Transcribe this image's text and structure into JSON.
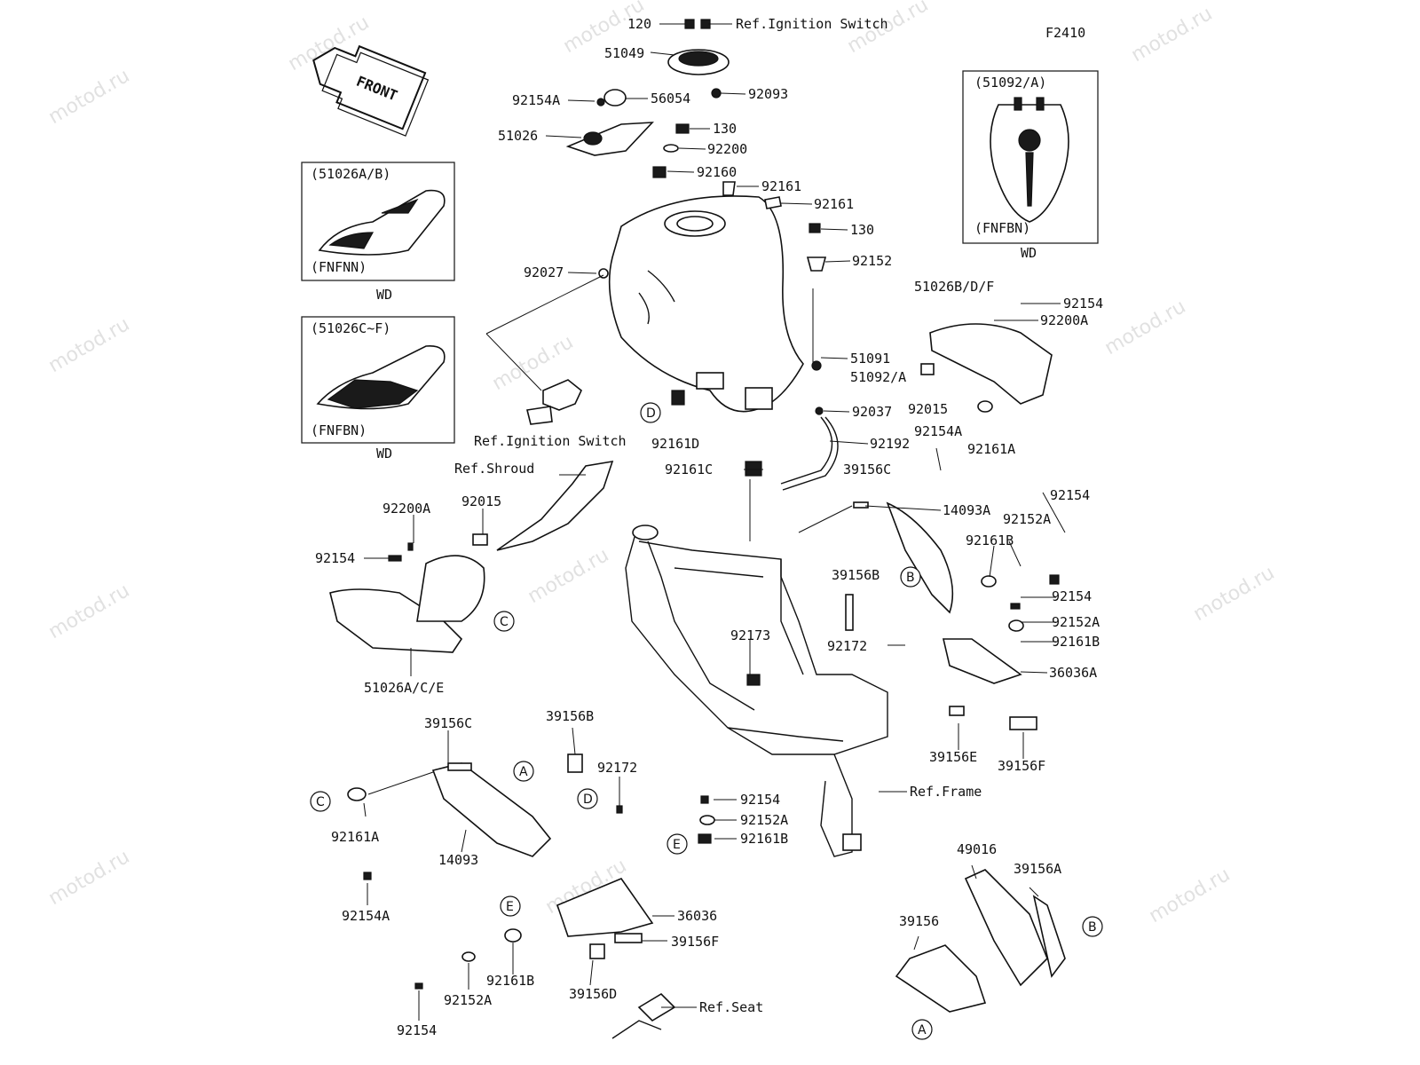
{
  "figure_code": "F2410",
  "front_arrow": "FRONT",
  "watermark": "motod.ru",
  "insets": [
    {
      "code": "(51092/A)",
      "variant": "(FNFBN)",
      "tag": "WD"
    },
    {
      "code": "(51026A/B)",
      "variant": "(FNFNN)",
      "tag": "WD"
    },
    {
      "code": "(51026C~F)",
      "variant": "(FNFBN)",
      "tag": "WD"
    }
  ],
  "labels": {
    "l120": "120",
    "l51049": "51049",
    "l92154A_top": "92154A",
    "l56054": "56054",
    "l92093": "92093",
    "l51026": "51026",
    "l130a": "130",
    "l92200": "92200",
    "l92160": "92160",
    "l92161a": "92161",
    "l92161b": "92161",
    "l130b": "130",
    "l92152": "92152",
    "l92027": "92027",
    "l51026BDF": "51026B/D/F",
    "l92154_r1": "92154",
    "l92200A_r": "92200A",
    "l51091": "51091",
    "l51092A": "51092/A",
    "l92015_r": "92015",
    "l92161A_r": "92161A",
    "l92037": "92037",
    "l92161D": "92161D",
    "l92192": "92192",
    "l92154A_mid": "92154A",
    "l92161C": "92161C",
    "l39156C_r": "39156C",
    "l14093A": "14093A",
    "l92154_r2": "92154",
    "l92152A_r1": "92152A",
    "l92161B_r1": "92161B",
    "l39156B_r": "39156B",
    "l92154_r3": "92154",
    "l92152A_r2": "92152A",
    "l92161B_r2": "92161B",
    "l92172_r": "92172",
    "l36036A": "36036A",
    "l92173": "92173",
    "l39156E": "39156E",
    "l39156F_r": "39156F",
    "l92200A_l": "92200A",
    "l92015_l": "92015",
    "l92154_l": "92154",
    "l51026ACE": "51026A/C/E",
    "l39156C_l": "39156C",
    "l39156B_l": "39156B",
    "l92172_l": "92172",
    "l92161A_l": "92161A",
    "l14093": "14093",
    "l92154A_bot": "92154A",
    "l92154_b1": "92154",
    "l92152A_b1": "92152A",
    "l92161B_b1": "92161B",
    "l36036": "36036",
    "l39156F_b": "39156F",
    "l92161B_b2": "92161B",
    "l92152A_b2": "92152A",
    "l39156D": "39156D",
    "l92154_b2": "92154",
    "l49016": "49016",
    "l39156A": "39156A",
    "l39156": "39156"
  },
  "refs": {
    "ign_top": "Ref.Ignition Switch",
    "ign_mid": "Ref.Ignition Switch",
    "shroud": "Ref.Shroud",
    "frame": "Ref.Frame",
    "seat": "Ref.Seat"
  },
  "callouts": {
    "D1": "D",
    "B1": "B",
    "C1": "C",
    "C2": "C",
    "A1": "A",
    "D2": "D",
    "E1": "E",
    "E2": "E",
    "B2": "B",
    "A2": "A"
  }
}
